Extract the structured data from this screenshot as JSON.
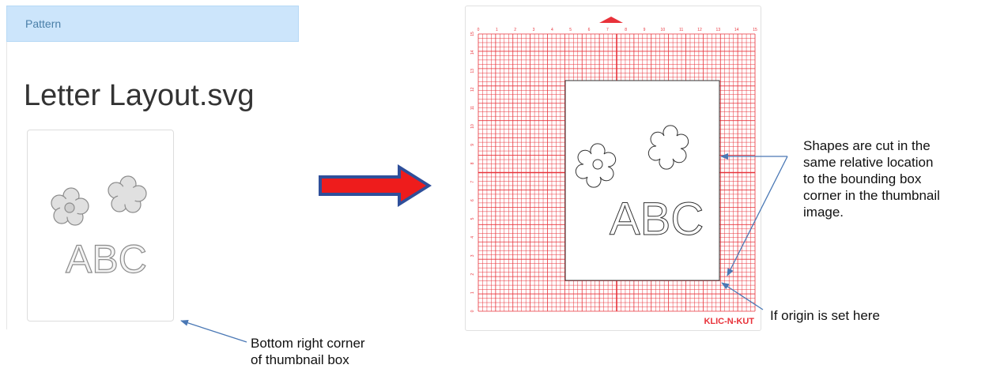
{
  "panel": {
    "header_label": "Pattern",
    "file_title": "Letter Layout.svg"
  },
  "thumbnail": {
    "letters": "ABC"
  },
  "mat": {
    "letters": "ABC",
    "brand": "KLIC-N-KUT",
    "x_ticks": [
      "0",
      "1",
      "2",
      "3",
      "4",
      "5",
      "6",
      "7",
      "8",
      "9",
      "10",
      "11",
      "12",
      "13",
      "14",
      "15"
    ],
    "y_ticks": [
      "0",
      "1",
      "2",
      "3",
      "4",
      "5",
      "6",
      "7",
      "8",
      "9",
      "10",
      "11",
      "12",
      "13",
      "14",
      "15"
    ],
    "grid_color": "#e8323a"
  },
  "annotations": {
    "shapes_note": [
      "Shapes are cut in the",
      "same relative location",
      "to the bounding box",
      "corner in the thumbnail",
      "image."
    ],
    "origin_note": "If origin is set here",
    "corner_note": [
      "Bottom right corner",
      "of thumbnail box"
    ],
    "arrow_color": "#4a78b5"
  },
  "arrow": {
    "fill": "#ee1c1c",
    "outline": "#2f4f9a"
  }
}
